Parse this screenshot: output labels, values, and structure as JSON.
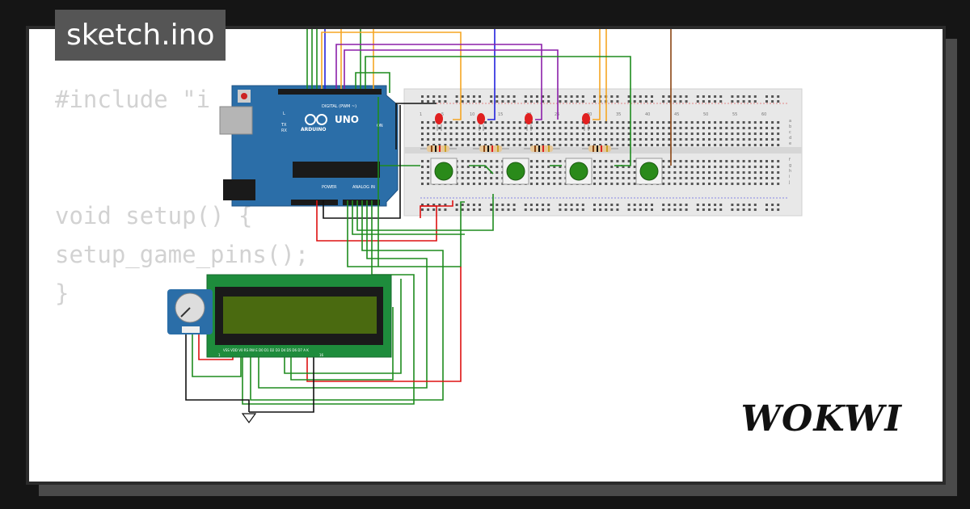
{
  "filename": "sketch.ino",
  "code_lines": [
    "#include \"i",
    "void setup() {",
    "setup_game_pins();",
    "}"
  ],
  "brand": "WOKWI",
  "arduino": {
    "model_label": "UNO",
    "brand_label": "ARDUINO",
    "digital_label": "DIGITAL (PWM ~)",
    "analog_label": "ANALOG IN",
    "power_label": "POWER",
    "tx_label": "TX",
    "rx_label": "RX",
    "on_label": "ON",
    "l_label": "L"
  },
  "breadboard": {
    "column_numbers": [
      "1",
      "5",
      "10",
      "15",
      "20",
      "25",
      "30",
      "35",
      "40",
      "45",
      "50",
      "55",
      "60"
    ],
    "row_letters_top": [
      "a",
      "b",
      "c",
      "d",
      "e"
    ],
    "row_letters_bottom": [
      "f",
      "g",
      "h",
      "i",
      "j"
    ]
  },
  "lcd": {
    "pin_labels": "VSS VDD V0 RS RW E D0 D1 D2 D3 D4 D5 D6 D7 A K",
    "pin_first": "1",
    "pin_last": "16"
  },
  "colors": {
    "background": "#151515",
    "card": "#ffffff",
    "title_tag": "#555555",
    "code_text": "#d2d2d2",
    "wire_green": "#1e8c1e",
    "wire_red": "#dd1111",
    "wire_orange": "#f5a623",
    "wire_blue": "#2222dd",
    "wire_purple": "#8b1fa9",
    "wire_brown": "#8b4513",
    "wire_black": "#111111",
    "arduino": "#2b6ea8",
    "lcd_board": "#1e8c3c",
    "lcd_screen": "#4a6a10",
    "led": "#e02020",
    "button_cap": "#2a8a1a"
  },
  "icons": [
    "ground-symbol",
    "potentiometer",
    "usb-connector",
    "power-jack",
    "reset-button"
  ]
}
